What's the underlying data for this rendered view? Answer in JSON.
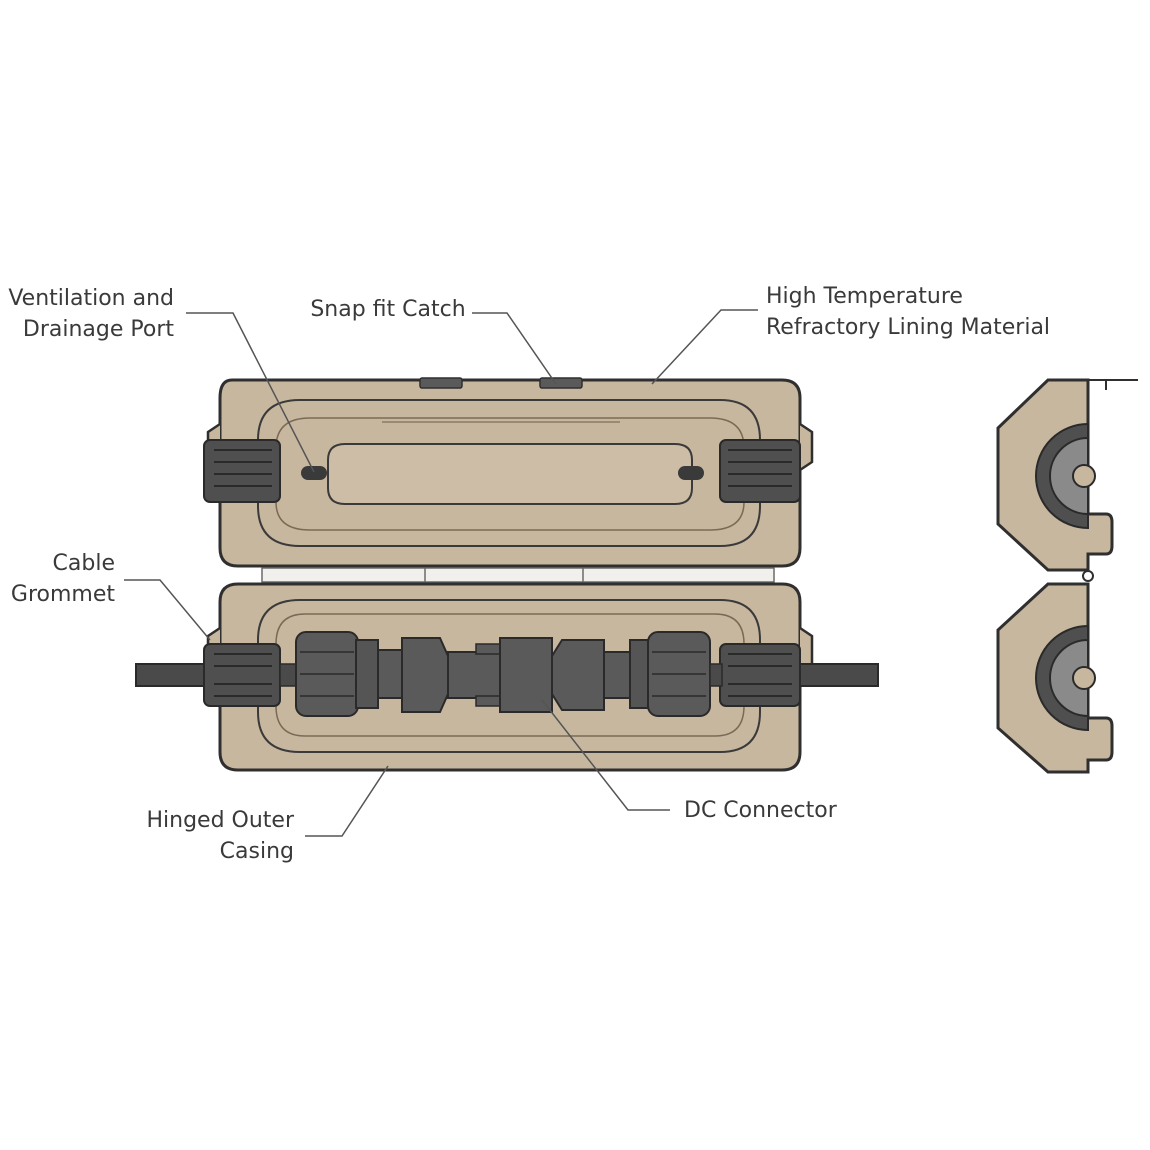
{
  "labels": {
    "ventilation": [
      "Ventilation and",
      "Drainage Port"
    ],
    "snap_fit": [
      "Snap fit Catch"
    ],
    "high_temp": [
      "High Temperature",
      "Refractory Lining Material"
    ],
    "cable_grommet": [
      "Cable",
      "Grommet"
    ],
    "hinged_casing": [
      "Hinged Outer",
      "Casing"
    ],
    "dc_connector": [
      "DC Connector"
    ]
  },
  "colors": {
    "casing": "#c8b79f",
    "outline": "#2f2f2f",
    "grommet": "#4f4f4f",
    "connector": "#5a5a5a",
    "cable": "#4a4a4a",
    "leader": "#555555",
    "text": "#3a3a3a"
  }
}
